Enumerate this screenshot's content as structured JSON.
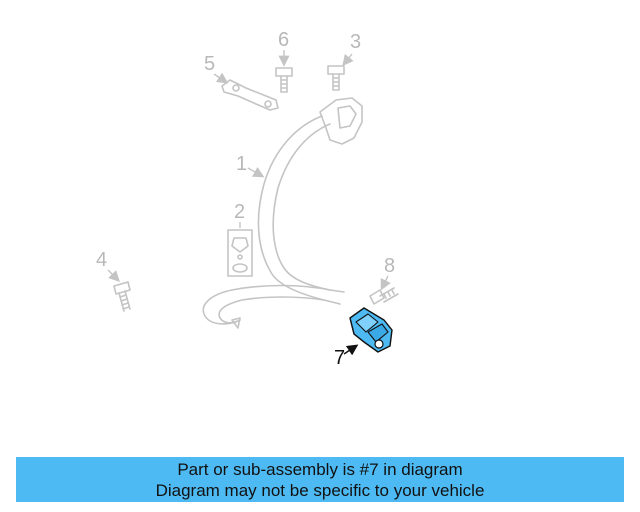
{
  "callouts": {
    "c1": "1",
    "c2": "2",
    "c3": "3",
    "c4": "4",
    "c5": "5",
    "c6": "6",
    "c7": "7",
    "c8": "8"
  },
  "highlighted_part": "7",
  "colors": {
    "highlight_fill": "#4dbaf4",
    "banner_bg": "#4dbaf4",
    "ghost_stroke": "#c4c4c4"
  },
  "caption": {
    "line1": "Part or sub-assembly is #7 in diagram",
    "line2": "Diagram may not be specific to your vehicle"
  }
}
